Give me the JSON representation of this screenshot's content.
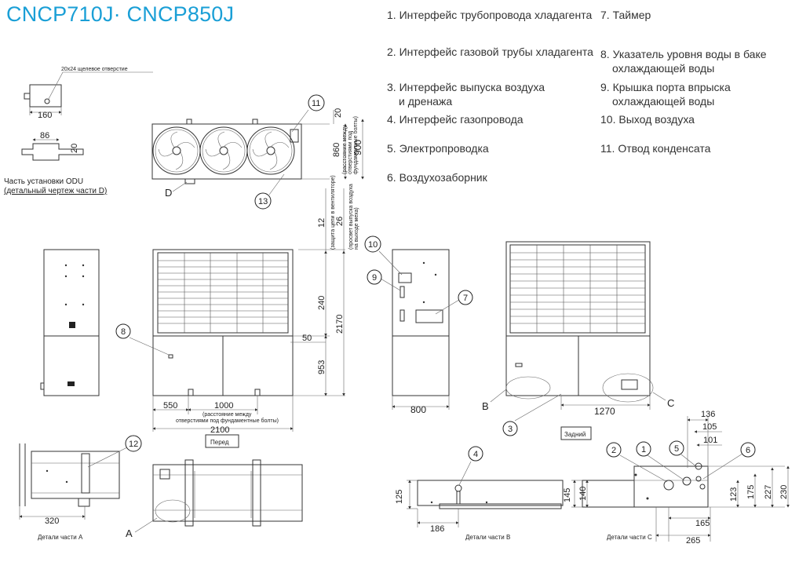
{
  "title": "CNCP710J· CNCP850J",
  "legend": [
    {
      "text": "1. Интерфейс трубопровода хладагента"
    },
    {
      "text": "2. Интерфейс газовой трубы хладагента"
    },
    {
      "text": "3. Интерфейс выпуска воздуха"
    },
    {
      "text": "и дренажа"
    },
    {
      "text": "4. Интерфейс газопровода"
    },
    {
      "text": "5. Электропроводка"
    },
    {
      "text": "6. Воздухозаборник"
    },
    {
      "text": "7. Таймер"
    },
    {
      "text": "8. Указатель уровня воды в баке"
    },
    {
      "text": "охлаждающей воды"
    },
    {
      "text": "9. Крышка порта впрыска"
    },
    {
      "text": "охлаждающей воды"
    },
    {
      "text": "10. Выход воздуха"
    },
    {
      "text": "11. Отвод конденсата"
    }
  ],
  "top_left": {
    "slot_label": "20x24 щелевое отверстие",
    "dim_160": "160",
    "dim_86": "86",
    "dim_20": "20",
    "odu_line1": "Часть установки ODU",
    "odu_line2": "(детальный чертеж части D)"
  },
  "top_view": {
    "label_d": "D",
    "dim_20": "20",
    "dim_860": "860",
    "dim_900": "900",
    "note_860a": "(расстояние между",
    "note_860b": "отверстиями под",
    "note_860c": "фундаментные болты)"
  },
  "gap": {
    "dim_12": "12",
    "dim_26": "26",
    "note_12": "(защита цепи в вентиляторе)",
    "note_26a": "(просвет выпуска воздуха",
    "note_26b": "на выходе меха)"
  },
  "front": {
    "dim_240": "240",
    "dim_50": "50",
    "dim_2170": "2170",
    "dim_953": "953",
    "dim_550": "550",
    "dim_1000": "1000",
    "note_a": "(расстояние между",
    "note_b": "отверстиями под фундаментные болты)",
    "dim_2100": "2100",
    "caption": "Перед"
  },
  "side": {
    "dim_800": "800"
  },
  "rear": {
    "label_b": "B",
    "label_c": "C",
    "dim_1270": "1270",
    "caption": "Задний"
  },
  "callouts": {
    "n1": "1",
    "n2": "2",
    "n3": "3",
    "n4": "4",
    "n5": "5",
    "n6": "6",
    "n7": "7",
    "n8": "8",
    "n9": "9",
    "n10": "10",
    "n11": "11",
    "n12": "12",
    "n13": "13"
  },
  "detail_a": {
    "dim_320": "320",
    "caption": "Детали части A",
    "label_a": "A"
  },
  "detail_b": {
    "dim_125": "125",
    "dim_186": "186",
    "caption": "Детали части B"
  },
  "detail_c": {
    "dim_136": "136",
    "dim_105": "105",
    "dim_101": "101",
    "dim_145": "145",
    "dim_140": "140",
    "dim_123": "123",
    "dim_175": "175",
    "dim_227": "227",
    "dim_230": "230",
    "dim_165": "165",
    "dim_265": "265",
    "caption": "Детали части C"
  }
}
